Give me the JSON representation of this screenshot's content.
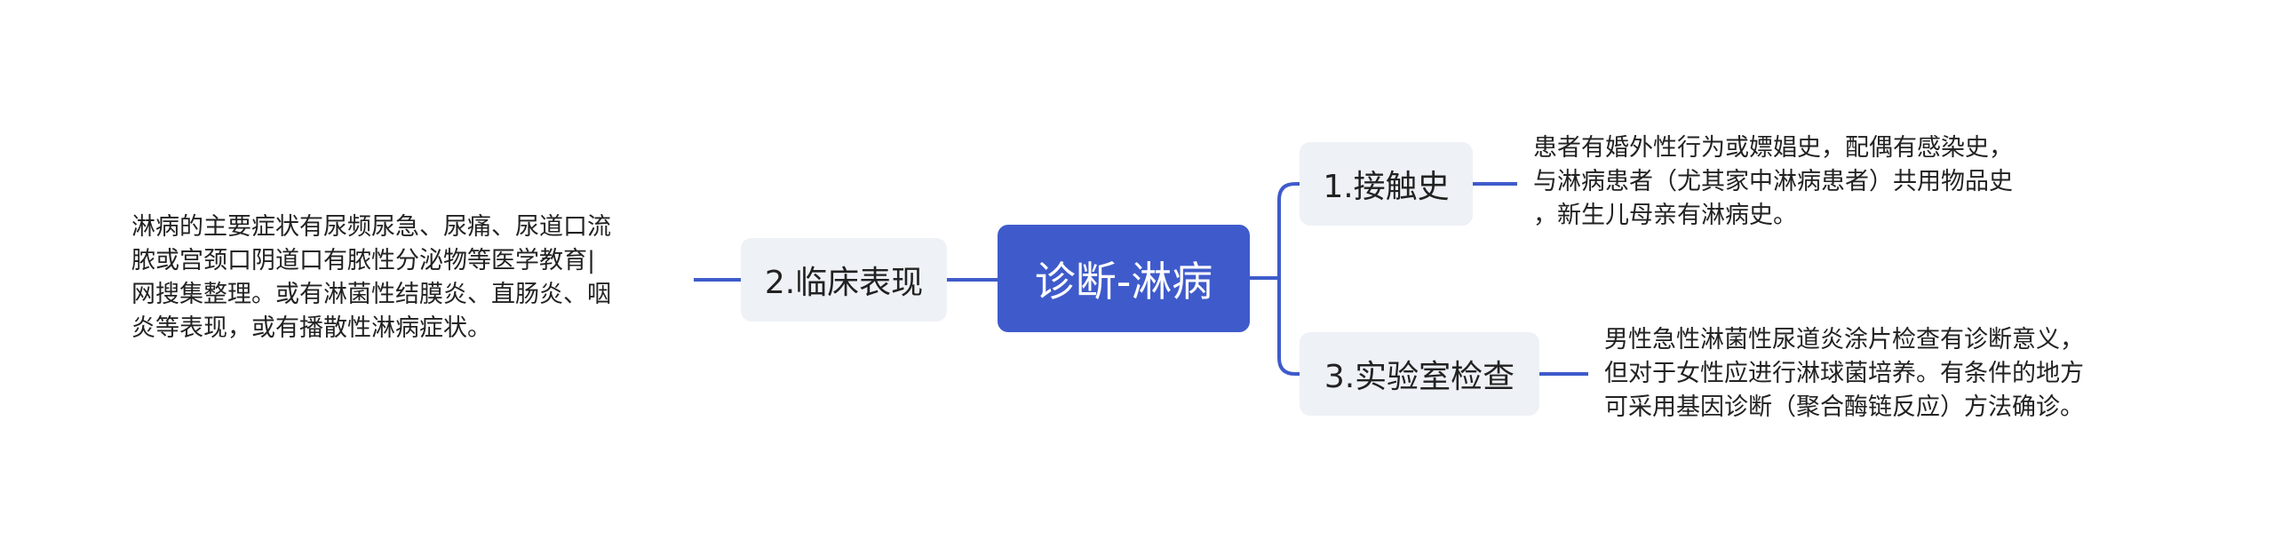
{
  "mindmap": {
    "root": {
      "label": "诊断-淋病"
    },
    "branches": {
      "contact": {
        "label": "1.接触史",
        "detail": "患者有婚外性行为或嫖娼史，配偶有感染史，\n与淋病患者（尤其家中淋病患者）共用物品史\n，新生儿母亲有淋病史。"
      },
      "clinical": {
        "label": "2.临床表现",
        "detail": "淋病的主要症状有尿频尿急、尿痛、尿道口流\n脓或宫颈口阴道口有脓性分泌物等医学教育|\n网搜集整理。或有淋菌性结膜炎、直肠炎、咽\n炎等表现，或有播散性淋病症状。"
      },
      "lab": {
        "label": "3.实验室检查",
        "detail": "男性急性淋菌性尿道炎涂片检查有诊断意义，\n但对于女性应进行淋球菌培养。有条件的地方\n可采用基因诊断（聚合酶链反应）方法确诊。"
      }
    }
  },
  "colors": {
    "root_fill": "#3F5BCB",
    "branch_fill": "#EEF1F5",
    "connector": "#3F5BCB",
    "text": "#222222"
  }
}
